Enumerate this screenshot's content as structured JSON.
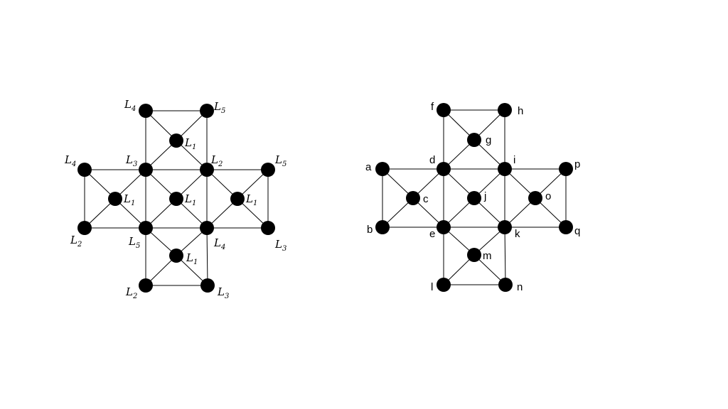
{
  "graph1": {
    "base_letter": "L",
    "labels": {
      "top_left": "4",
      "top_right": "5",
      "top_center": "1",
      "upper_left": "3",
      "upper_right": "2",
      "left_outer_top": "4",
      "right_outer_top": "5",
      "left_center": "1",
      "center": "1",
      "right_center": "1",
      "left_outer_bottom": "2",
      "lower_left": "5",
      "lower_right": "4",
      "right_outer_bottom": "3",
      "bottom_center": "1",
      "bottom_left": "2",
      "bottom_right": "3"
    }
  },
  "graph2": {
    "labels": {
      "top_left": "f",
      "top_right": "h",
      "top_center": "g",
      "upper_left": "d",
      "upper_right": "i",
      "left_outer_top": "a",
      "right_outer_top": "p",
      "left_center": "c",
      "center": "j",
      "right_center": "o",
      "left_outer_bottom": "b",
      "lower_left": "e",
      "lower_right": "k",
      "right_outer_bottom": "q",
      "bottom_center": "m",
      "bottom_left": "l",
      "bottom_right": "n"
    }
  }
}
